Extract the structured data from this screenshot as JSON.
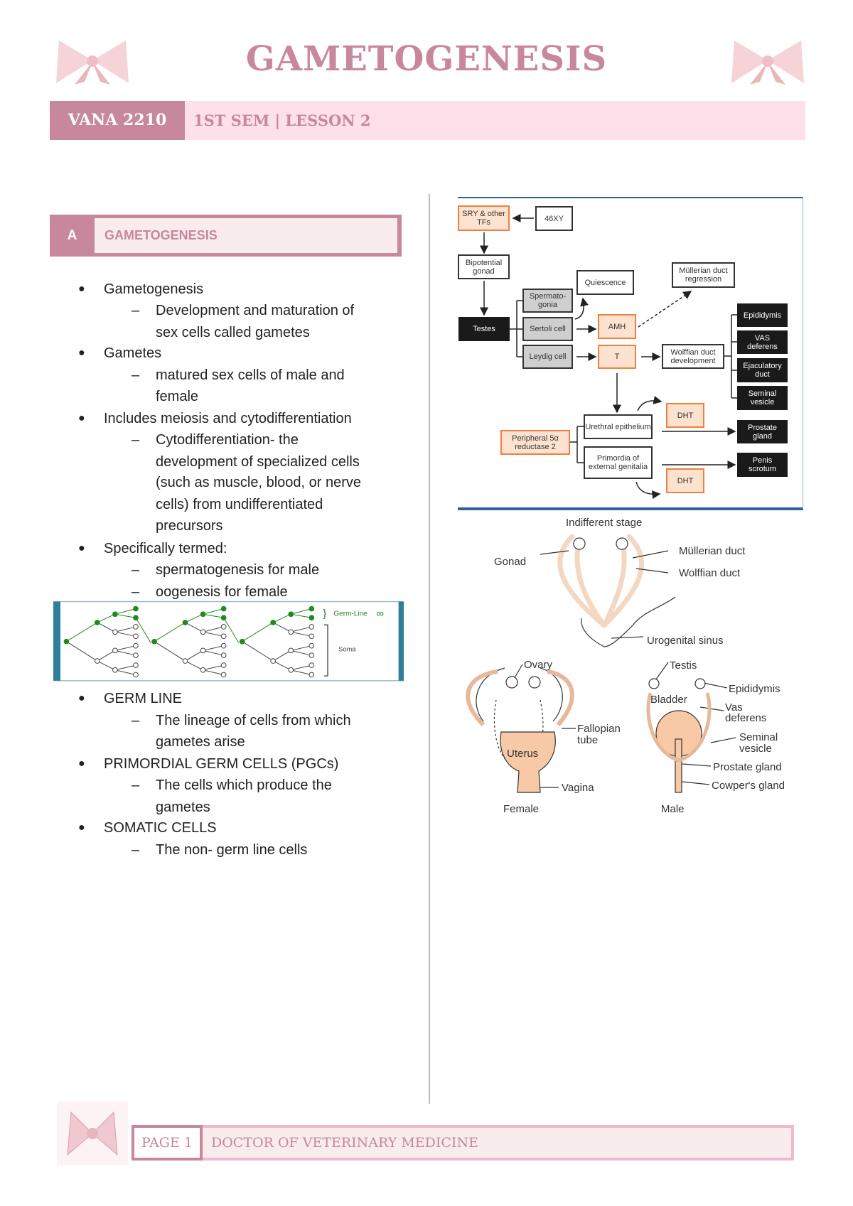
{
  "header": {
    "title": "GAMETOGENESIS",
    "course_code": "VANA 2210",
    "subtitle": "1ST SEM | LESSON 2"
  },
  "section": {
    "letter": "A",
    "title": "GAMETOGENESIS"
  },
  "notes_top": [
    {
      "type": "bullet",
      "text": "Gametogenesis"
    },
    {
      "type": "dash",
      "text": "Development and maturation of"
    },
    {
      "type": "cont",
      "text": "sex cells called gametes"
    },
    {
      "type": "bullet",
      "text": "Gametes"
    },
    {
      "type": "dash",
      "text": "matured sex cells of male and"
    },
    {
      "type": "cont",
      "text": "female"
    },
    {
      "type": "bullet",
      "text": "Includes meiosis and cytodifferentiation"
    },
    {
      "type": "dash",
      "text": "Cytodifferentiation- the"
    },
    {
      "type": "cont",
      "text": "development of specialized cells"
    },
    {
      "type": "cont",
      "text": "(such as muscle, blood, or nerve"
    },
    {
      "type": "cont",
      "text": "cells) from undifferentiated"
    },
    {
      "type": "cont",
      "text": "precursors"
    },
    {
      "type": "bullet",
      "text": "Specifically termed:"
    },
    {
      "type": "dash",
      "text": "spermatogenesis for male"
    },
    {
      "type": "dash",
      "text": "oogenesis for female"
    }
  ],
  "notes_bottom": [
    {
      "type": "bullet",
      "text": "GERM LINE"
    },
    {
      "type": "dash",
      "text": "The lineage of cells from which"
    },
    {
      "type": "cont",
      "text": "gametes arise"
    },
    {
      "type": "bullet",
      "text": "PRIMORDIAL GERM CELLS (PGCs)"
    },
    {
      "type": "dash",
      "text": "The cells which produce the"
    },
    {
      "type": "cont",
      "text": "gametes"
    },
    {
      "type": "bullet",
      "text": "SOMATIC CELLS"
    },
    {
      "type": "dash",
      "text": "The non- germ line cells"
    }
  ],
  "germ_figure": {
    "germ_line_label": "Germ-Line",
    "soma_label": "Soma",
    "germ_color": "#1f8a1f"
  },
  "flowchart": {
    "boxes": [
      {
        "id": "sry",
        "text": "SRY & other TFs",
        "style": "orange"
      },
      {
        "id": "xy",
        "text": "46XY",
        "style": "white"
      },
      {
        "id": "bip",
        "text": "Bipotential gonad",
        "style": "white"
      },
      {
        "id": "qui",
        "text": "Quiescence",
        "style": "white"
      },
      {
        "id": "mul",
        "text": "Müllerian duct regression",
        "style": "white"
      },
      {
        "id": "spg",
        "text": "Spermato-gonia",
        "style": "gray"
      },
      {
        "id": "ser",
        "text": "Sertoli cell",
        "style": "gray"
      },
      {
        "id": "ley",
        "text": "Leydig cell",
        "style": "gray"
      },
      {
        "id": "tes",
        "text": "Testes",
        "style": "black"
      },
      {
        "id": "amh",
        "text": "AMH",
        "style": "orange"
      },
      {
        "id": "t",
        "text": "T",
        "style": "orange"
      },
      {
        "id": "wol",
        "text": "Wolffian duct development",
        "style": "white"
      },
      {
        "id": "epi",
        "text": "Epididymis",
        "style": "black"
      },
      {
        "id": "vas",
        "text": "VAS deferens",
        "style": "black"
      },
      {
        "id": "eja",
        "text": "Ejaculatory duct",
        "style": "black"
      },
      {
        "id": "sem",
        "text": "Seminal vesicle",
        "style": "black"
      },
      {
        "id": "dht1",
        "text": "DHT",
        "style": "orange"
      },
      {
        "id": "ure",
        "text": "Urethral epithelium",
        "style": "white"
      },
      {
        "id": "per",
        "text": "Peripheral 5α reductase 2",
        "style": "orange"
      },
      {
        "id": "pri",
        "text": "Primordia of external genitalia",
        "style": "white"
      },
      {
        "id": "pro",
        "text": "Prostate gland",
        "style": "black"
      },
      {
        "id": "pen",
        "text": "Penis scrotum",
        "style": "black"
      },
      {
        "id": "dht2",
        "text": "DHT",
        "style": "orange"
      }
    ]
  },
  "anatomy": {
    "stage": "Indifferent stage",
    "gonad": "Gonad",
    "mullerian": "Müllerian duct",
    "wolffian": "Wolffian duct",
    "sinus": "Urogenital sinus",
    "ovary": "Ovary",
    "fallopian1": "Fallopian",
    "fallopian2": "tube",
    "uterus": "Uterus",
    "vagina": "Vagina",
    "female": "Female",
    "testis": "Testis",
    "epididymis": "Epididymis",
    "bladder": "Bladder",
    "vas1": "Vas",
    "vas2": "deferens",
    "seminal1": "Seminal",
    "seminal2": "vesicle",
    "prostate": "Prostate gland",
    "cowper": "Cowper's gland",
    "male": "Male",
    "organ_color": "#f7c9a6"
  },
  "footer": {
    "page": "PAGE 1",
    "program": "DOCTOR OF VETERINARY MEDICINE"
  },
  "colors": {
    "accent": "#c7879c",
    "band": "#fde0ea",
    "soft": "#f9ecec"
  }
}
